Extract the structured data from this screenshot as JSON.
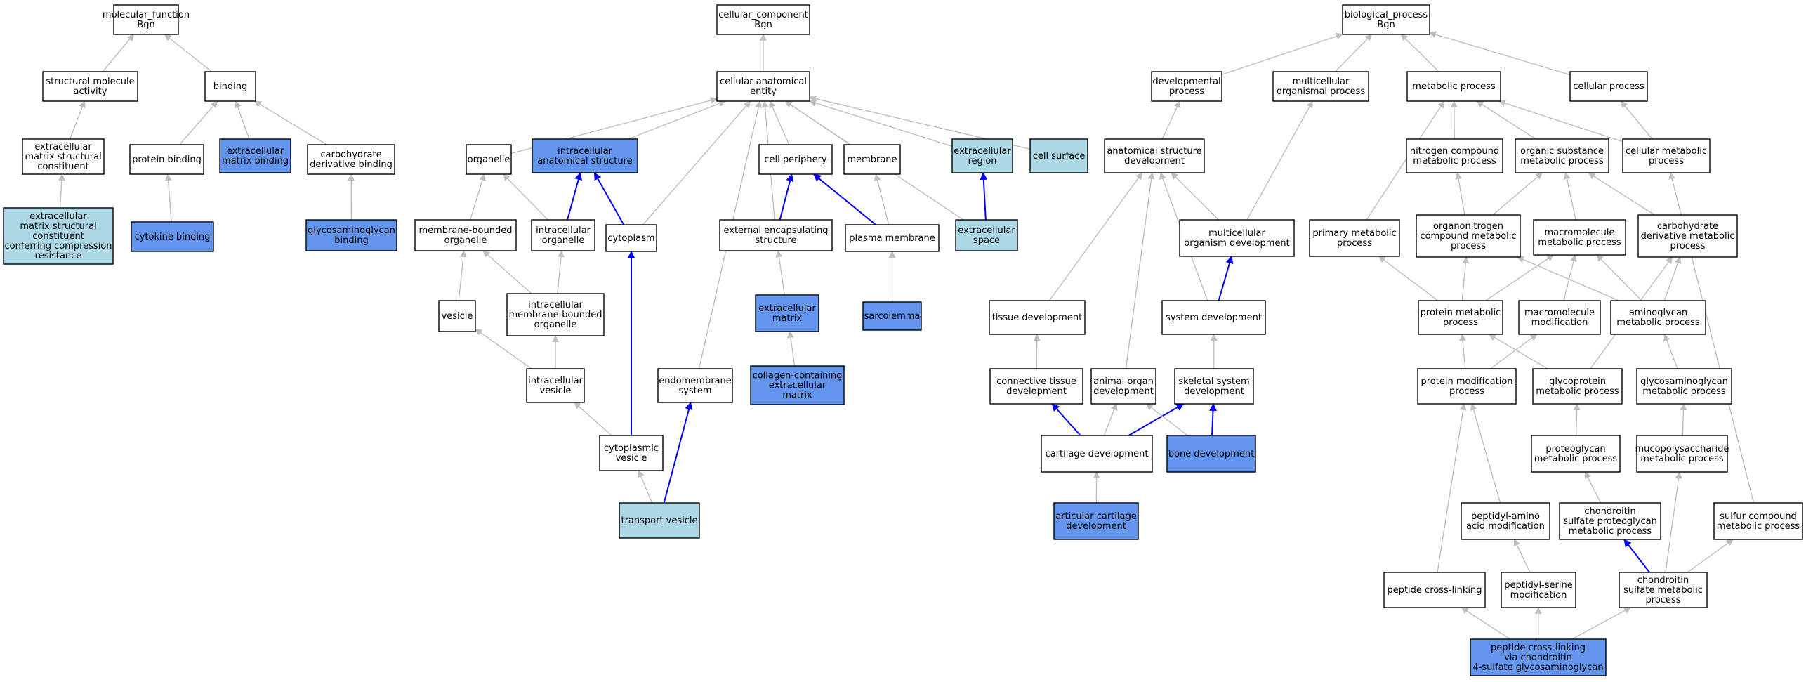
{
  "colors": {
    "plain": "#ffffff",
    "light": "#add8e6",
    "dark": "#6495ed",
    "edge_grey": "#bfbfbf",
    "edge_blue": "#0000ff"
  },
  "nodes": {
    "mf": {
      "lines": [
        "molecular_function",
        "Bgn"
      ],
      "fill": "plain"
    },
    "cc": {
      "lines": [
        "cellular_component",
        "Bgn"
      ],
      "fill": "plain"
    },
    "bp": {
      "lines": [
        "biological_process",
        "Bgn"
      ],
      "fill": "plain"
    },
    "structmol": {
      "lines": [
        "structural molecule",
        "activity"
      ],
      "fill": "plain"
    },
    "binding": {
      "lines": [
        "binding"
      ],
      "fill": "plain"
    },
    "ecmsc": {
      "lines": [
        "extracellular",
        "matrix structural",
        "constituent"
      ],
      "fill": "plain"
    },
    "protbind": {
      "lines": [
        "protein binding"
      ],
      "fill": "plain"
    },
    "ecmbind": {
      "lines": [
        "extracellular",
        "matrix binding"
      ],
      "fill": "dark"
    },
    "carbbind": {
      "lines": [
        "carbohydrate",
        "derivative binding"
      ],
      "fill": "plain"
    },
    "ecmcomp": {
      "lines": [
        "extracellular",
        "matrix structural",
        "constituent",
        "conferring compression",
        "resistance"
      ],
      "fill": "light"
    },
    "cytokine": {
      "lines": [
        "cytokine binding"
      ],
      "fill": "dark"
    },
    "gagbind": {
      "lines": [
        "glycosaminoglycan",
        "binding"
      ],
      "fill": "dark"
    },
    "cae": {
      "lines": [
        "cellular anatomical",
        "entity"
      ],
      "fill": "plain"
    },
    "organelle": {
      "lines": [
        "organelle"
      ],
      "fill": "plain"
    },
    "ias": {
      "lines": [
        "intracellular",
        "anatomical structure"
      ],
      "fill": "dark"
    },
    "cellper": {
      "lines": [
        "cell periphery"
      ],
      "fill": "plain"
    },
    "membrane": {
      "lines": [
        "membrane"
      ],
      "fill": "plain"
    },
    "ecregion": {
      "lines": [
        "extracellular",
        "region"
      ],
      "fill": "light"
    },
    "cellsurf": {
      "lines": [
        "cell surface"
      ],
      "fill": "light"
    },
    "mbo": {
      "lines": [
        "membrane-bounded",
        "organelle"
      ],
      "fill": "plain"
    },
    "intorg": {
      "lines": [
        "intracellular",
        "organelle"
      ],
      "fill": "plain"
    },
    "cytoplasm": {
      "lines": [
        "cytoplasm"
      ],
      "fill": "plain"
    },
    "ees": {
      "lines": [
        "external encapsulating",
        "structure"
      ],
      "fill": "plain"
    },
    "plasmamem": {
      "lines": [
        "plasma membrane"
      ],
      "fill": "plain"
    },
    "ecspace": {
      "lines": [
        "extracellular",
        "space"
      ],
      "fill": "light"
    },
    "vesicle": {
      "lines": [
        "vesicle"
      ],
      "fill": "plain"
    },
    "imbo": {
      "lines": [
        "intracellular",
        "membrane-bounded",
        "organelle"
      ],
      "fill": "plain"
    },
    "ecm": {
      "lines": [
        "extracellular",
        "matrix"
      ],
      "fill": "dark"
    },
    "sarcolemma": {
      "lines": [
        "sarcolemma"
      ],
      "fill": "dark"
    },
    "intves": {
      "lines": [
        "intracellular",
        "vesicle"
      ],
      "fill": "plain"
    },
    "endomem": {
      "lines": [
        "endomembrane",
        "system"
      ],
      "fill": "plain"
    },
    "collagen": {
      "lines": [
        "collagen-containing",
        "extracellular",
        "matrix"
      ],
      "fill": "dark"
    },
    "cytves": {
      "lines": [
        "cytoplasmic",
        "vesicle"
      ],
      "fill": "plain"
    },
    "transport": {
      "lines": [
        "transport vesicle"
      ],
      "fill": "light"
    },
    "devproc": {
      "lines": [
        "developmental",
        "process"
      ],
      "fill": "plain"
    },
    "mcorg": {
      "lines": [
        "multicellular",
        "organismal process"
      ],
      "fill": "plain"
    },
    "metab": {
      "lines": [
        "metabolic process"
      ],
      "fill": "plain"
    },
    "cellproc": {
      "lines": [
        "cellular process"
      ],
      "fill": "plain"
    },
    "asd": {
      "lines": [
        "anatomical structure",
        "development"
      ],
      "fill": "plain"
    },
    "nitrogen": {
      "lines": [
        "nitrogen compound",
        "metabolic process"
      ],
      "fill": "plain"
    },
    "orgsub": {
      "lines": [
        "organic substance",
        "metabolic process"
      ],
      "fill": "plain"
    },
    "cellmetab": {
      "lines": [
        "cellular metabolic",
        "process"
      ],
      "fill": "plain"
    },
    "mcdev": {
      "lines": [
        "multicellular",
        "organism development"
      ],
      "fill": "plain"
    },
    "primary": {
      "lines": [
        "primary metabolic",
        "process"
      ],
      "fill": "plain"
    },
    "orgnitro": {
      "lines": [
        "organonitrogen",
        "compound metabolic",
        "process"
      ],
      "fill": "plain"
    },
    "macromol": {
      "lines": [
        "macromolecule",
        "metabolic process"
      ],
      "fill": "plain"
    },
    "carbmet": {
      "lines": [
        "carbohydrate",
        "derivative metabolic",
        "process"
      ],
      "fill": "plain"
    },
    "tissue": {
      "lines": [
        "tissue development"
      ],
      "fill": "plain"
    },
    "sysdev": {
      "lines": [
        "system development"
      ],
      "fill": "plain"
    },
    "protmet": {
      "lines": [
        "protein metabolic",
        "process"
      ],
      "fill": "plain"
    },
    "macromod": {
      "lines": [
        "macromolecule",
        "modification"
      ],
      "fill": "plain"
    },
    "aminogly": {
      "lines": [
        "aminoglycan",
        "metabolic process"
      ],
      "fill": "plain"
    },
    "conntis": {
      "lines": [
        "connective tissue",
        "development"
      ],
      "fill": "plain"
    },
    "animorg": {
      "lines": [
        "animal organ",
        "development"
      ],
      "fill": "plain"
    },
    "skel": {
      "lines": [
        "skeletal system",
        "development"
      ],
      "fill": "plain"
    },
    "protmod": {
      "lines": [
        "protein modification",
        "process"
      ],
      "fill": "plain"
    },
    "glycoprot": {
      "lines": [
        "glycoprotein",
        "metabolic process"
      ],
      "fill": "plain"
    },
    "gagmet": {
      "lines": [
        "glycosaminoglycan",
        "metabolic process"
      ],
      "fill": "plain"
    },
    "cartdev": {
      "lines": [
        "cartilage development"
      ],
      "fill": "plain"
    },
    "bonedev": {
      "lines": [
        "bone development"
      ],
      "fill": "dark"
    },
    "proteoglycan": {
      "lines": [
        "proteoglycan",
        "metabolic process"
      ],
      "fill": "plain"
    },
    "mucopoly": {
      "lines": [
        "mucopolysaccharide",
        "metabolic process"
      ],
      "fill": "plain"
    },
    "artcart": {
      "lines": [
        "articular cartilage",
        "development"
      ],
      "fill": "dark"
    },
    "peptamino": {
      "lines": [
        "peptidyl-amino",
        "acid modification"
      ],
      "fill": "plain"
    },
    "chondsulfproteo": {
      "lines": [
        "chondroitin",
        "sulfate proteoglycan",
        "metabolic process"
      ],
      "fill": "plain"
    },
    "sulfur": {
      "lines": [
        "sulfur compound",
        "metabolic process"
      ],
      "fill": "plain"
    },
    "peptcross": {
      "lines": [
        "peptide cross-linking"
      ],
      "fill": "plain"
    },
    "peptserine": {
      "lines": [
        "peptidyl-serine",
        "modification"
      ],
      "fill": "plain"
    },
    "chondsulf": {
      "lines": [
        "chondroitin",
        "sulfate metabolic",
        "process"
      ],
      "fill": "plain"
    },
    "peptcrosschond": {
      "lines": [
        "peptide cross-linking",
        "via chondroitin",
        "4-sulfate glycosaminoglycan"
      ],
      "fill": "dark"
    }
  },
  "edges": [
    [
      "structmol",
      "mf",
      "grey"
    ],
    [
      "binding",
      "mf",
      "grey"
    ],
    [
      "ecmsc",
      "structmol",
      "grey"
    ],
    [
      "protbind",
      "binding",
      "grey"
    ],
    [
      "ecmbind",
      "binding",
      "grey"
    ],
    [
      "carbbind",
      "binding",
      "grey"
    ],
    [
      "ecmcomp",
      "ecmsc",
      "grey"
    ],
    [
      "cytokine",
      "protbind",
      "grey"
    ],
    [
      "gagbind",
      "carbbind",
      "grey"
    ],
    [
      "cae",
      "cc",
      "grey"
    ],
    [
      "organelle",
      "cae",
      "grey"
    ],
    [
      "ias",
      "cae",
      "grey"
    ],
    [
      "cellper",
      "cae",
      "grey"
    ],
    [
      "membrane",
      "cae",
      "grey"
    ],
    [
      "ecregion",
      "cae",
      "grey"
    ],
    [
      "cellsurf",
      "cae",
      "grey"
    ],
    [
      "cytoplasm",
      "cae",
      "grey"
    ],
    [
      "endomem",
      "cae",
      "grey"
    ],
    [
      "ees",
      "cae",
      "grey"
    ],
    [
      "ecspace",
      "cae",
      "grey"
    ],
    [
      "mbo",
      "organelle",
      "grey"
    ],
    [
      "intorg",
      "organelle",
      "grey"
    ],
    [
      "intorg",
      "ias",
      "blue"
    ],
    [
      "cytoplasm",
      "ias",
      "blue"
    ],
    [
      "ees",
      "cellper",
      "blue"
    ],
    [
      "plasmamem",
      "cellper",
      "blue"
    ],
    [
      "plasmamem",
      "membrane",
      "grey"
    ],
    [
      "ecspace",
      "ecregion",
      "blue"
    ],
    [
      "vesicle",
      "mbo",
      "grey"
    ],
    [
      "imbo",
      "mbo",
      "grey"
    ],
    [
      "imbo",
      "intorg",
      "grey"
    ],
    [
      "ecm",
      "ees",
      "grey"
    ],
    [
      "sarcolemma",
      "plasmamem",
      "grey"
    ],
    [
      "intves",
      "vesicle",
      "grey"
    ],
    [
      "intves",
      "imbo",
      "grey"
    ],
    [
      "collagen",
      "ecm",
      "grey"
    ],
    [
      "cytves",
      "intves",
      "grey"
    ],
    [
      "cytves",
      "cytoplasm",
      "blue"
    ],
    [
      "transport",
      "cytves",
      "grey"
    ],
    [
      "transport",
      "endomem",
      "blue"
    ],
    [
      "devproc",
      "bp",
      "grey"
    ],
    [
      "mcorg",
      "bp",
      "grey"
    ],
    [
      "metab",
      "bp",
      "grey"
    ],
    [
      "cellproc",
      "bp",
      "grey"
    ],
    [
      "asd",
      "devproc",
      "grey"
    ],
    [
      "nitrogen",
      "metab",
      "grey"
    ],
    [
      "orgsub",
      "metab",
      "grey"
    ],
    [
      "cellmetab",
      "metab",
      "grey"
    ],
    [
      "cellmetab",
      "cellproc",
      "grey"
    ],
    [
      "mcdev",
      "mcorg",
      "grey"
    ],
    [
      "mcdev",
      "asd",
      "grey"
    ],
    [
      "primary",
      "metab",
      "grey"
    ],
    [
      "orgnitro",
      "nitrogen",
      "grey"
    ],
    [
      "orgnitro",
      "orgsub",
      "grey"
    ],
    [
      "macromol",
      "orgsub",
      "grey"
    ],
    [
      "carbmet",
      "orgsub",
      "grey"
    ],
    [
      "tissue",
      "asd",
      "grey"
    ],
    [
      "sysdev",
      "asd",
      "grey"
    ],
    [
      "sysdev",
      "mcdev",
      "blue"
    ],
    [
      "protmet",
      "primary",
      "grey"
    ],
    [
      "protmet",
      "orgnitro",
      "grey"
    ],
    [
      "protmet",
      "macromol",
      "grey"
    ],
    [
      "macromod",
      "macromol",
      "grey"
    ],
    [
      "aminogly",
      "orgnitro",
      "grey"
    ],
    [
      "aminogly",
      "macromol",
      "grey"
    ],
    [
      "aminogly",
      "carbmet",
      "grey"
    ],
    [
      "conntis",
      "tissue",
      "grey"
    ],
    [
      "animorg",
      "asd",
      "grey"
    ],
    [
      "skel",
      "sysdev",
      "grey"
    ],
    [
      "protmod",
      "protmet",
      "grey"
    ],
    [
      "protmod",
      "macromod",
      "grey"
    ],
    [
      "glycoprot",
      "protmet",
      "grey"
    ],
    [
      "glycoprot",
      "carbmet",
      "grey"
    ],
    [
      "gagmet",
      "aminogly",
      "grey"
    ],
    [
      "cartdev",
      "conntis",
      "blue"
    ],
    [
      "cartdev",
      "animorg",
      "grey"
    ],
    [
      "cartdev",
      "skel",
      "blue"
    ],
    [
      "bonedev",
      "skel",
      "blue"
    ],
    [
      "bonedev",
      "animorg",
      "grey"
    ],
    [
      "proteoglycan",
      "glycoprot",
      "grey"
    ],
    [
      "mucopoly",
      "gagmet",
      "grey"
    ],
    [
      "artcart",
      "cartdev",
      "grey"
    ],
    [
      "peptamino",
      "protmod",
      "grey"
    ],
    [
      "chondsulfproteo",
      "proteoglycan",
      "grey"
    ],
    [
      "sulfur",
      "cellmetab",
      "grey"
    ],
    [
      "peptcross",
      "protmod",
      "grey"
    ],
    [
      "peptserine",
      "peptamino",
      "grey"
    ],
    [
      "chondsulf",
      "chondsulfproteo",
      "blue"
    ],
    [
      "chondsulf",
      "mucopoly",
      "grey"
    ],
    [
      "chondsulf",
      "sulfur",
      "grey"
    ],
    [
      "peptcrosschond",
      "peptcross",
      "grey"
    ],
    [
      "peptcrosschond",
      "peptserine",
      "grey"
    ],
    [
      "peptcrosschond",
      "chondsulf",
      "grey"
    ]
  ]
}
